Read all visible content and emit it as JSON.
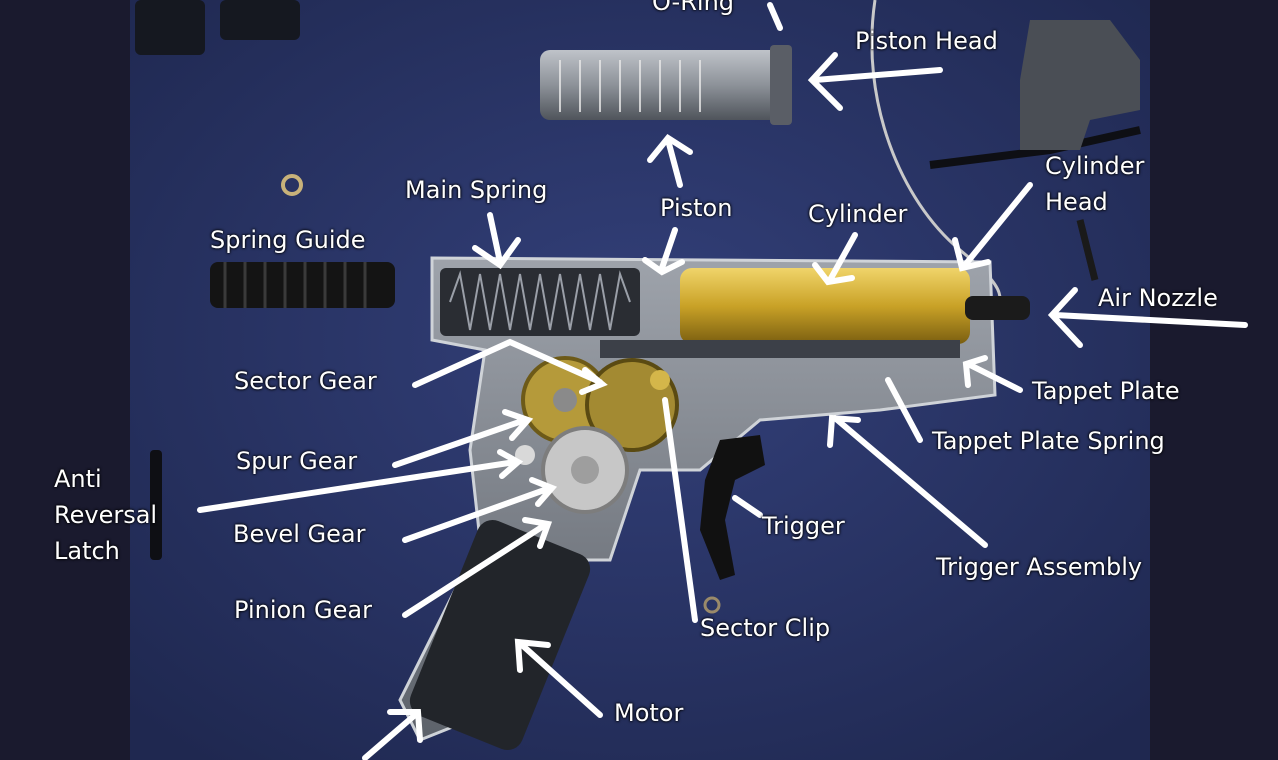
{
  "labels": {
    "o_ring": "O-Ring",
    "piston_head": "Piston Head",
    "main_spring": "Main Spring",
    "piston": "Piston",
    "cylinder": "Cylinder",
    "cylinder_head": "Cylinder\nHead",
    "spring_guide": "Spring Guide",
    "air_nozzle": "Air Nozzle",
    "sector_gear": "Sector Gear",
    "tappet_plate": "Tappet Plate",
    "tappet_plate_spring": "Tappet Plate Spring",
    "spur_gear": "Spur Gear",
    "anti_reversal_latch": "Anti\nReversal\nLatch",
    "bevel_gear": "Bevel Gear",
    "trigger": "Trigger",
    "trigger_assembly": "Trigger Assembly",
    "pinion_gear": "Pinion Gear",
    "sector_clip": "Sector Clip",
    "motor": "Motor"
  },
  "colors": {
    "background_cloth": "#2a3560",
    "side_borders": "#1a1a2e",
    "annotation": "#ffffff",
    "cylinder_brass": "#c9a227"
  }
}
